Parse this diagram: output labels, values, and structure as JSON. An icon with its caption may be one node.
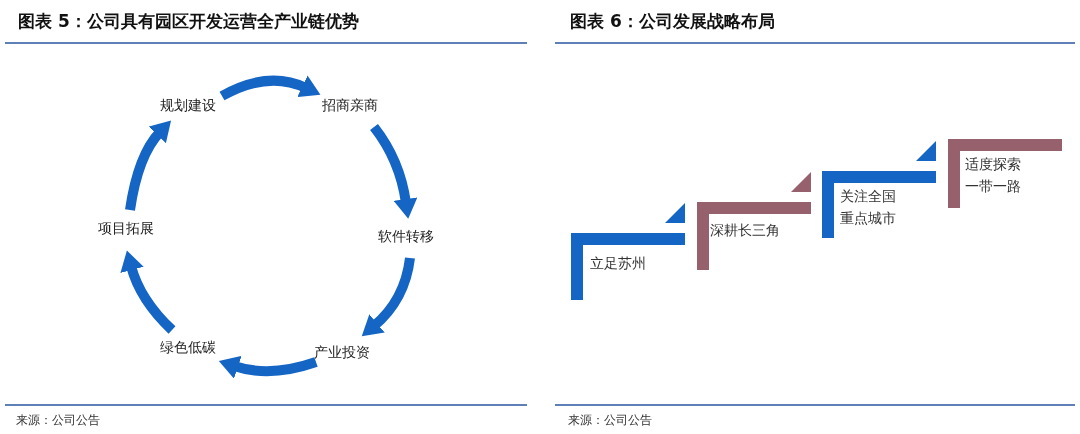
{
  "diagram": {
    "nodes": [
      {
        "text": [
          "规划建设"
        ]
      },
      {
        "text": [
          "招商亲商"
        ]
      },
      {
        "text": [
          "软件转移"
        ]
      },
      {
        "text": [
          "产业投资"
        ]
      },
      {
        "text": [
          "绿色低碳"
        ]
      },
      {
        "text": [
          "项目拓展"
        ]
      },
      {
        "text": [
          "立足苏州"
        ]
      },
      {
        "text": [
          "深耕长三角"
        ]
      },
      {
        "text": [
          "关注全国重点城市"
        ]
      },
      {
        "text": [
          "适度探索一带一路"
        ]
      }
    ],
    "edges": [
      {
        "from": 0,
        "to": 1,
        "arrow": "to"
      },
      {
        "from": 1,
        "to": 2,
        "arrow": "to"
      },
      {
        "from": 2,
        "to": 3,
        "arrow": "to"
      },
      {
        "from": 3,
        "to": 4,
        "arrow": "to"
      },
      {
        "from": 4,
        "to": 5,
        "arrow": "to"
      },
      {
        "from": 5,
        "to": 0,
        "arrow": "to"
      }
    ],
    "labels": [
      "图表 5：公司具有园区开发运营全产业链优势",
      "图表 6：公司发展战略布局",
      "来源：公司公告",
      "来源：公司公告"
    ]
  }
}
